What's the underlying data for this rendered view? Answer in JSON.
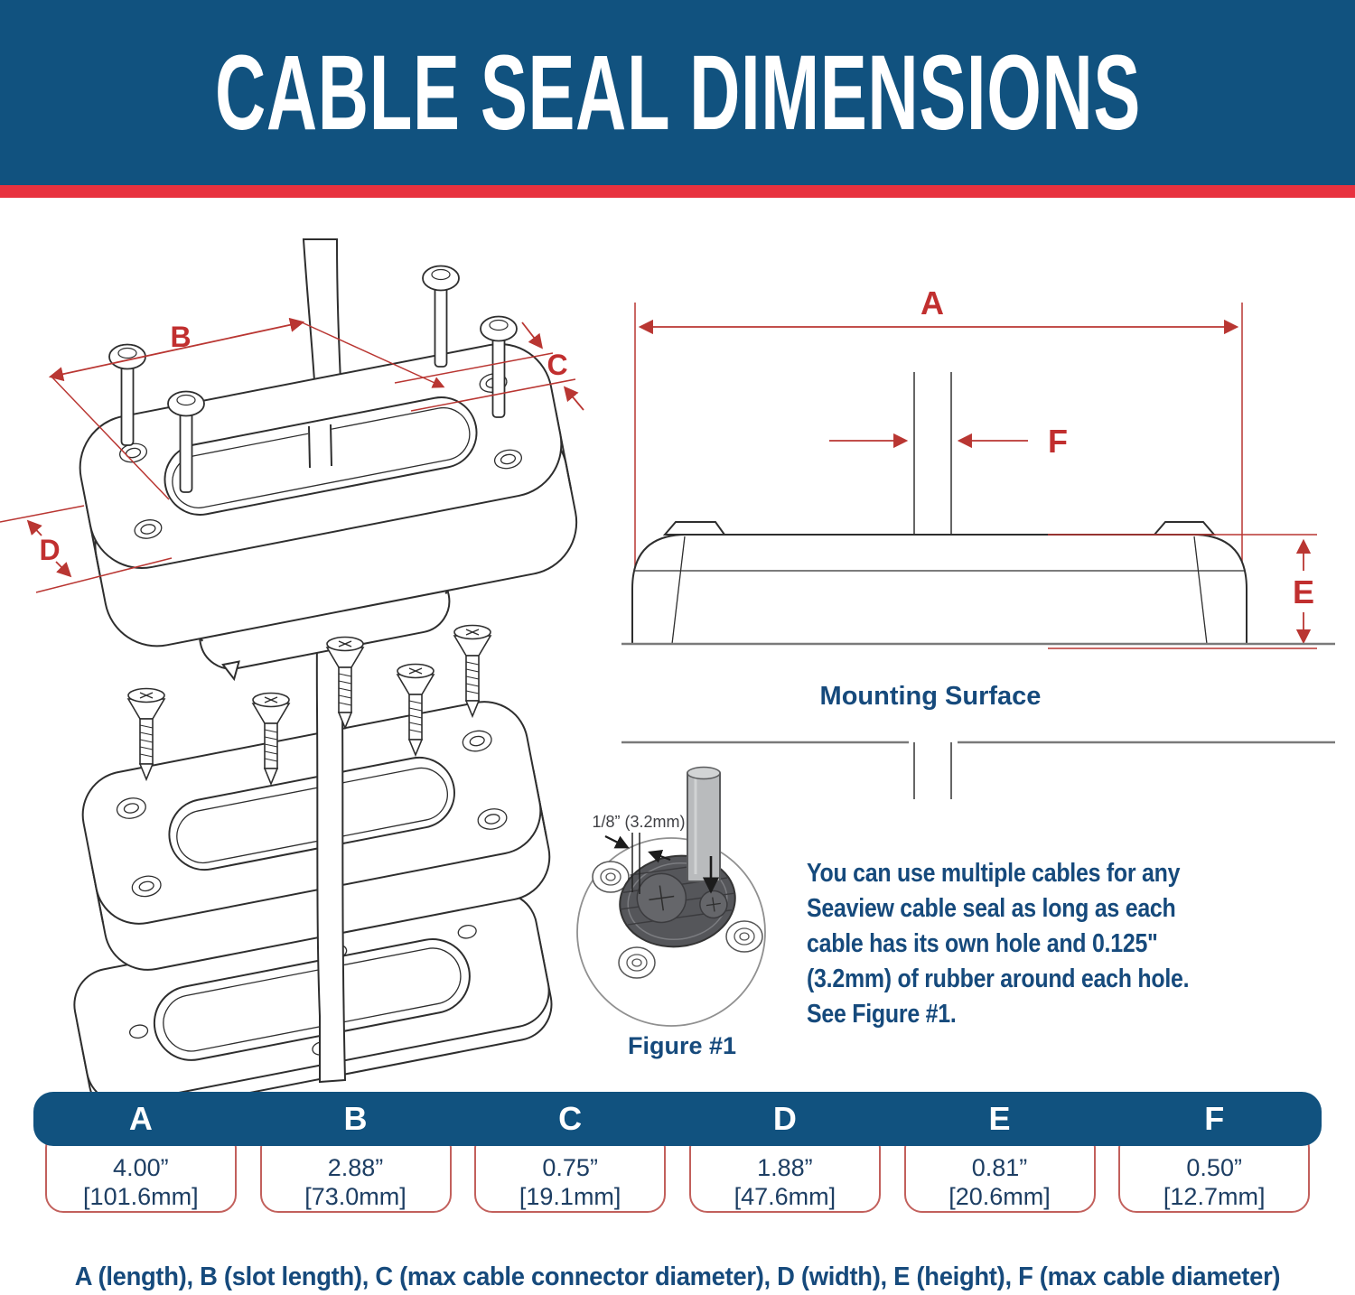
{
  "title": "CABLE SEAL DIMENSIONS",
  "left_diagram": {
    "dim_b": "B",
    "dim_c": "C",
    "dim_d": "D"
  },
  "right_diagram": {
    "dim_a": "A",
    "dim_f": "F",
    "dim_e": "E",
    "mounting_surface_label": "Mounting Surface"
  },
  "figure1": {
    "annotation": "1/8” (3.2mm)",
    "caption": "Figure #1"
  },
  "note_lines": [
    "You can use multiple cables for any",
    "Seaview cable seal as long as each",
    "cable has its own hole and 0.125\"",
    "(3.2mm) of rubber around each hole.",
    "See Figure #1."
  ],
  "table": {
    "columns": [
      {
        "letter": "A",
        "inches": "4.00”",
        "mm": "[101.6mm]"
      },
      {
        "letter": "B",
        "inches": "2.88”",
        "mm": "[73.0mm]"
      },
      {
        "letter": "C",
        "inches": "0.75”",
        "mm": "[19.1mm]"
      },
      {
        "letter": "D",
        "inches": "1.88”",
        "mm": "[47.6mm]"
      },
      {
        "letter": "E",
        "inches": "0.81”",
        "mm": "[20.6mm]"
      },
      {
        "letter": "F",
        "inches": "0.50”",
        "mm": "[12.7mm]"
      }
    ]
  },
  "legend": "A (length), B (slot length), C (max cable connector diameter), D (width), E (height), F (max cable diameter)",
  "colors": {
    "header_blue": "#11527F",
    "stripe_red": "#E8323F",
    "dimension_red": "#B93632",
    "text_blue": "#164A7C",
    "cell_border_red": "#C2605C",
    "line_art": "#2E2E2E"
  }
}
